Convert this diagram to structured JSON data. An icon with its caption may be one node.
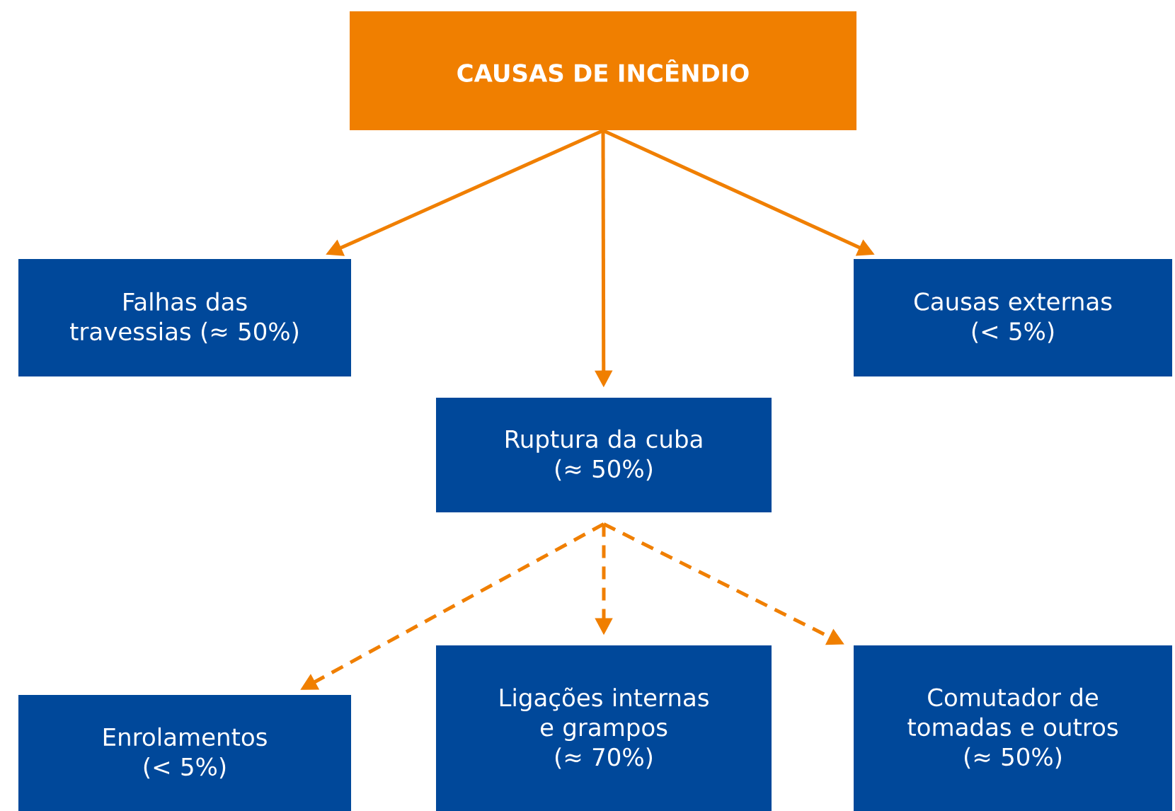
{
  "diagram": {
    "nodes": [
      {
        "text": [
          "CAUSAS DE INCÊNDIO"
        ]
      },
      {
        "text": [
          "Falhas das travessias (≈ 50%)"
        ]
      },
      {
        "text": [
          "Causas externas",
          "(< 5%)"
        ]
      },
      {
        "text": [
          "Ruptura da cuba",
          "(≈ 50%)"
        ]
      },
      {
        "text": [
          "Enrolamentos",
          "(< 5%)"
        ]
      },
      {
        "text": [
          "Ligações internas e grampos",
          "(≈ 70%)"
        ]
      },
      {
        "text": [
          "Comutador de tomadas e outros",
          "(≈ 50%)"
        ]
      }
    ],
    "edges": [
      {
        "from": 0,
        "to": 1,
        "arrow": "to"
      },
      {
        "from": 0,
        "to": 3,
        "arrow": "to"
      },
      {
        "from": 0,
        "to": 2,
        "arrow": "to"
      },
      {
        "from": 3,
        "to": 4,
        "arrow": "to",
        "style": "dashed"
      },
      {
        "from": 3,
        "to": 5,
        "arrow": "to",
        "style": "dashed"
      },
      {
        "from": 3,
        "to": 6,
        "arrow": "to",
        "style": "dashed"
      }
    ]
  }
}
